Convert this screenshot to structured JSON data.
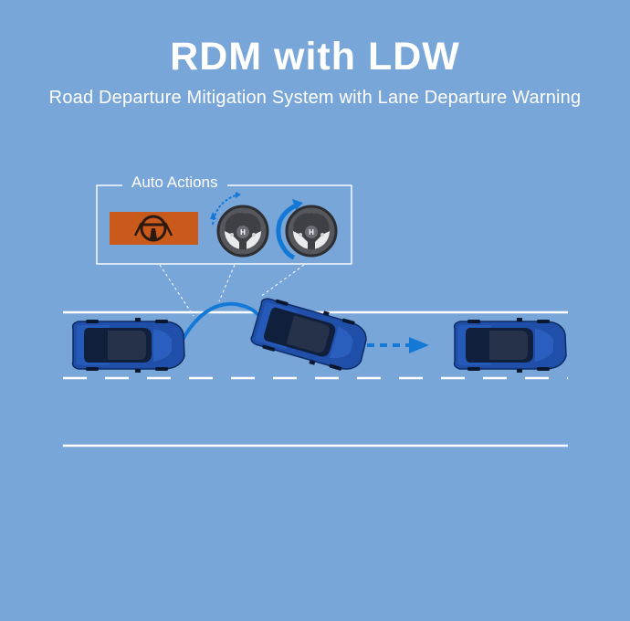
{
  "title": "RDM with LDW",
  "subtitle": "Road Departure Mitigation System with Lane Departure Warning",
  "auto_actions": {
    "label": "Auto Actions",
    "icons": [
      "lane-departure-warning-icon",
      "steering-wheel-icon",
      "steering-wheel-icon"
    ]
  },
  "colors": {
    "background": "#78a6d9",
    "warning_badge": "#c95a1c",
    "trajectory": "#1479d6",
    "car_body": "#1f4fa8",
    "lane_lines": "#ffffff"
  }
}
